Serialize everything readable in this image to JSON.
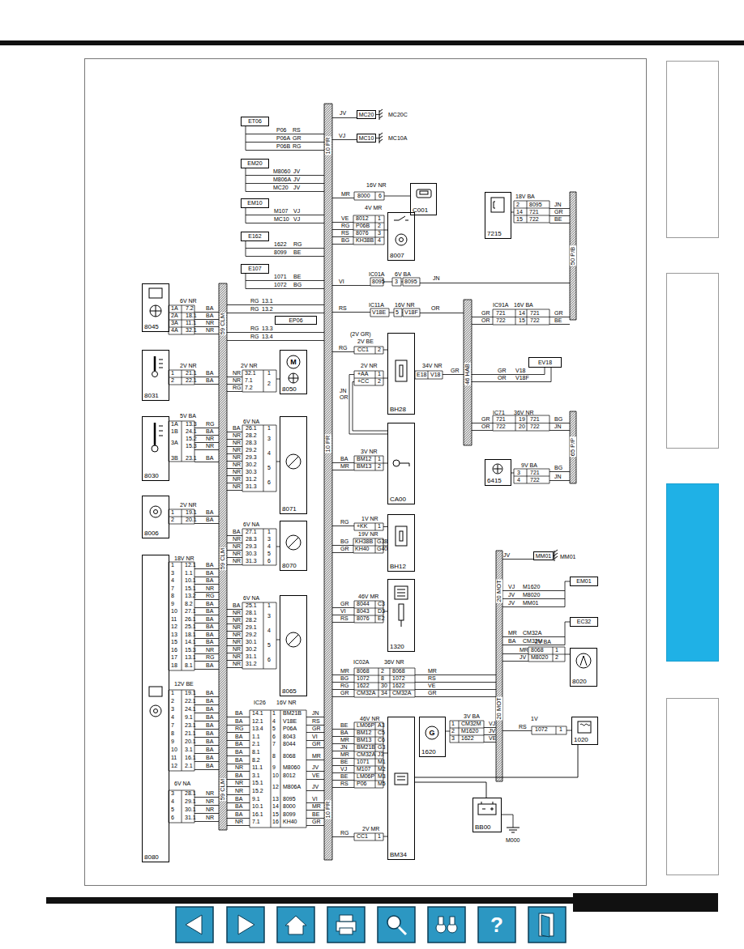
{
  "diagram": {
    "nodes": [
      {
        "text": [
          "MC20"
        ]
      },
      {
        "text": [
          "MC10"
        ]
      },
      {
        "text": [
          "ET06"
        ]
      },
      {
        "text": [
          "EM20"
        ]
      },
      {
        "text": [
          "C001"
        ]
      },
      {
        "text": [
          "7215"
        ]
      },
      {
        "text": [
          "EM10"
        ]
      },
      {
        "text": [
          "8007"
        ]
      },
      {
        "text": [
          "E162"
        ]
      },
      {
        "text": [
          "E107"
        ]
      },
      {
        "text": [
          "8045"
        ]
      },
      {
        "text": [
          "EP06"
        ]
      },
      {
        "text": [
          "BH28"
        ]
      },
      {
        "text": [
          "8031"
        ]
      },
      {
        "text": [
          "8050"
        ]
      },
      {
        "text": [
          "EV18"
        ]
      },
      {
        "text": [
          "8030"
        ]
      },
      {
        "text": [
          "8071"
        ]
      },
      {
        "text": [
          "CA00"
        ]
      },
      {
        "text": [
          "6415"
        ]
      },
      {
        "text": [
          "8006"
        ]
      },
      {
        "text": [
          "BH12"
        ]
      },
      {
        "text": [
          "8070"
        ]
      },
      {
        "text": [
          "MM01"
        ]
      },
      {
        "text": [
          "8080"
        ]
      },
      {
        "text": [
          "EM01"
        ]
      },
      {
        "text": [
          "1320"
        ]
      },
      {
        "text": [
          "8065"
        ]
      },
      {
        "text": [
          "EC32"
        ]
      },
      {
        "text": [
          "8020"
        ]
      },
      {
        "text": [
          "1620"
        ]
      },
      {
        "text": [
          "BM34"
        ]
      },
      {
        "text": [
          "1020"
        ]
      },
      {
        "text": [
          "BB00"
        ]
      }
    ],
    "edges": [
      {
        "from": 31,
        "to": 32,
        "arrow": "none"
      },
      {
        "from": 31,
        "to": 33,
        "arrow": "none"
      }
    ],
    "labels": [
      "JV",
      "MC20C",
      "VJ",
      "MC10A",
      "P06",
      "RS",
      "P06A",
      "GR",
      "P06B",
      "RG",
      "M8060",
      "JV",
      "M806A",
      "JV",
      "MC20",
      "JV",
      "16V NR",
      "MR",
      "8000",
      "6",
      "M107",
      "VJ",
      "MC10",
      "VJ",
      "4V MR",
      "VE",
      "8012",
      "1",
      "RG",
      "P06B",
      "2",
      "RS",
      "8076",
      "3",
      "BG",
      "KH38B",
      "4",
      "18V BA",
      "2",
      "8095",
      "JN",
      "14",
      "721",
      "GR",
      "15",
      "722",
      "BE",
      "1622",
      "RG",
      "8099",
      "BE",
      "1071",
      "BE",
      "1072",
      "BG",
      "50 P/B",
      "IC01A",
      "6V BA",
      "VI",
      "8095",
      "3",
      "8095",
      "JN",
      "6V NR",
      "1A",
      "7.2",
      "BA",
      "2A",
      "18.1",
      "BA",
      "3A",
      "11.1",
      "NR",
      "4A",
      "32.1",
      "NR",
      "59 CLM",
      "RG",
      "13.1",
      "RG",
      "13.2",
      "RG",
      "13.3",
      "RG",
      "13.4",
      "IC11A",
      "16V NR",
      "RS",
      "V18E",
      "5",
      "V18F",
      "OR",
      "IC91A",
      "16V BA",
      "GR",
      "721",
      "14",
      "721",
      "GR",
      "OR",
      "722",
      "15",
      "722",
      "BE",
      "46 HAB",
      "(2V GR)",
      "2V BE",
      "RG",
      "CC1",
      "2",
      "34V NR",
      "E18",
      "V18",
      "GR",
      "2V NR",
      "+AA",
      "1",
      "+CC",
      "2",
      "JN",
      "OR",
      "GR",
      "V18",
      "OR",
      "V18F",
      "2V NR",
      "1",
      "21.1",
      "BA",
      "2",
      "22.1",
      "BA",
      "2V NR",
      "NR",
      "32.1",
      "NR",
      "7.1",
      "RG",
      "7.2",
      "1",
      "2",
      "M",
      "IC71",
      "36V NR",
      "GR",
      "721",
      "19",
      "721",
      "BG",
      "OR",
      "722",
      "20",
      "722",
      "JN",
      "65 P/P",
      "10 PR",
      "10 PR",
      "10 PR",
      "5V BA",
      "1A",
      "1B",
      "3A",
      "3B",
      "13.3",
      "RG",
      "24.1",
      "BA",
      "15.2",
      "NR",
      "15.3",
      "NR",
      "23.1",
      "BA",
      "6V NA",
      "BA",
      "26.1",
      "NR",
      "28.2",
      "NR",
      "28.3",
      "NR",
      "29.2",
      "NR",
      "29.3",
      "NR",
      "30.2",
      "NR",
      "30.3",
      "NR",
      "31.2",
      "NR",
      "31.3",
      "1",
      "3",
      "4",
      "5",
      "6",
      "3V NR",
      "BA",
      "BM12",
      "1",
      "MR",
      "BM13",
      "2",
      "9V BA",
      "3",
      "721",
      "4",
      "722",
      "BG",
      "JN",
      "2V NR",
      "1",
      "19.1",
      "BA",
      "2",
      "20.1",
      "BA",
      "1V NR",
      "RG",
      "+KK",
      "1",
      "19V NR",
      "BG",
      "KH38B",
      "G38",
      "GR",
      "KH40",
      "G40",
      "6V NA",
      "BA",
      "27.1",
      "NR",
      "28.3",
      "NR",
      "29.3",
      "NR",
      "30.3",
      "NR",
      "31.3",
      "1",
      "3",
      "4",
      "5",
      "6",
      "59 CLM",
      "JV",
      "MM01",
      "20 MOT",
      "20 MOT",
      "VJ",
      "M1620",
      "JV",
      "M8020",
      "JV",
      "MM01",
      "18V NR",
      "1",
      "12.1",
      "BA",
      "3",
      "1.1",
      "BA",
      "4",
      "10.1",
      "BA",
      "7",
      "15.1",
      "NR",
      "8",
      "13.2",
      "RG",
      "9",
      "8.2",
      "BA",
      "10",
      "27.1",
      "BA",
      "11",
      "26.1",
      "BA",
      "12",
      "25.1",
      "BA",
      "13",
      "18.1",
      "BA",
      "15",
      "14.1",
      "BA",
      "16",
      "15.3",
      "NR",
      "17",
      "13.1",
      "RG",
      "18",
      "8.1",
      "BA",
      "6V NA",
      "BA",
      "25.1",
      "NR",
      "28.1",
      "NR",
      "28.2",
      "NR",
      "29.1",
      "NR",
      "29.2",
      "NR",
      "30.1",
      "NR",
      "30.2",
      "NR",
      "31.1",
      "NR",
      "31.2",
      "1",
      "3",
      "4",
      "5",
      "6",
      "46V MR",
      "GR",
      "8044",
      "C3",
      "VI",
      "8043",
      "D3",
      "RS",
      "8076",
      "E2",
      "MR",
      "CM32A",
      "BA",
      "CM32M",
      "2V BA",
      "MR",
      "8068",
      "1",
      "JV",
      "M8020",
      "2",
      "IC02A",
      "36V NR",
      "MR",
      "8068",
      "2",
      "8068",
      "MR",
      "BG",
      "1072",
      "8",
      "1072",
      "RS",
      "RG",
      "1622",
      "30",
      "1622",
      "VE",
      "GR",
      "CM32A",
      "34",
      "CM32A",
      "GR",
      "12V BE",
      "1",
      "19.1",
      "BA",
      "2",
      "22.1",
      "BA",
      "3",
      "24.1",
      "BA",
      "4",
      "9.1",
      "BA",
      "7",
      "23.1",
      "BA",
      "8",
      "21.1",
      "BA",
      "9",
      "20.1",
      "BA",
      "10",
      "3.1",
      "BA",
      "11",
      "16.1",
      "BA",
      "12",
      "2.1",
      "BA",
      "IC26",
      "16V NR",
      "BA",
      "14.1",
      "BA",
      "12.1",
      "RG",
      "13.4",
      "BA",
      "1.1",
      "BA",
      "2.1",
      "BA",
      "8.1",
      "BA",
      "8.2",
      "NR",
      "11.1",
      "BA",
      "3.1",
      "NR",
      "15.1",
      "NR",
      "15.2",
      "BA",
      "9.1",
      "BA",
      "10.1",
      "BA",
      "16.1",
      "NR",
      "7.1",
      "1",
      "BM21B",
      "JN",
      "4",
      "V18E",
      "RS",
      "5",
      "P06A",
      "GR",
      "6",
      "8043",
      "VI",
      "7",
      "8044",
      "GR",
      "8",
      "8068",
      "MR",
      "9",
      "M8060",
      "JV",
      "10",
      "8012",
      "VE",
      "12",
      "M806A",
      "JV",
      "13",
      "8095",
      "VI",
      "14",
      "8000",
      "MR",
      "15",
      "8099",
      "BE",
      "16",
      "KH40",
      "GR",
      "46V NR",
      "BE",
      "LM06P",
      "A3",
      "BA",
      "BM12",
      "C5",
      "MR",
      "BM13",
      "C6",
      "JN",
      "BM21B",
      "G3",
      "MR",
      "CM32A",
      "J3",
      "BE",
      "1071",
      "M1",
      "VJ",
      "M107",
      "M2",
      "BE",
      "LM06P",
      "M3",
      "RS",
      "P06",
      "M5",
      "3V BA",
      "1",
      "CM32M",
      "VJ",
      "2",
      "M1620",
      "JV",
      "3",
      "1622",
      "VE",
      "G",
      "1V",
      "RS",
      "1072",
      "1",
      "6V NA",
      "3",
      "28.1",
      "NR",
      "4",
      "29.1",
      "NR",
      "5",
      "30.1",
      "NR",
      "6",
      "31.1",
      "NR",
      "59 CLM",
      "2V MR",
      "RG",
      "CC1",
      "1",
      "M000",
      "?"
    ]
  }
}
